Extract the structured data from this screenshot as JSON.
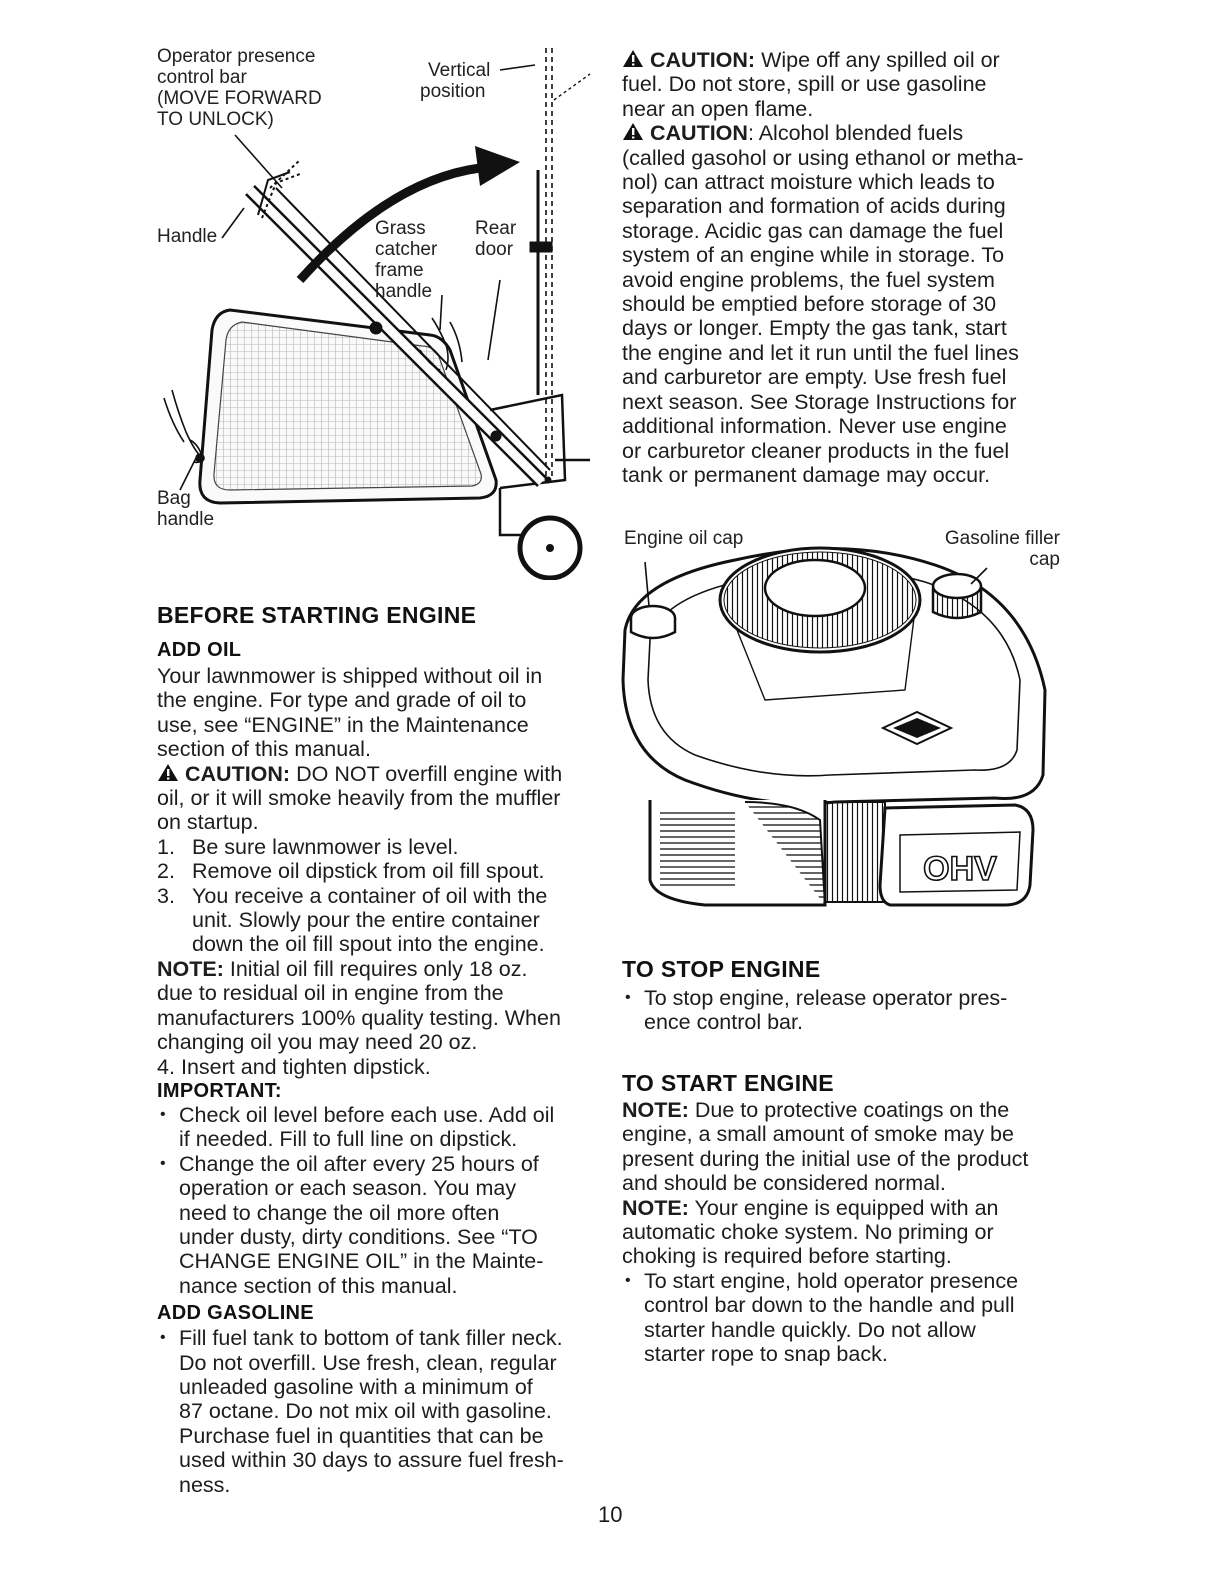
{
  "mower_figure": {
    "opc_label": [
      "Operator presence",
      "control bar",
      "(MOVE FORWARD",
      "TO UNLOCK)"
    ],
    "vertical_label": [
      "Vertical",
      "position"
    ],
    "handle_label": "Handle",
    "grass_label": [
      "Grass",
      "catcher",
      "frame",
      "handle"
    ],
    "rear_label": [
      "Rear",
      "door"
    ],
    "bag_label": [
      "Bag",
      "handle"
    ]
  },
  "before_start": {
    "title": "BEFORE STARTING ENGINE",
    "add_oil_title": "ADD OIL",
    "intro": [
      "Your lawnmower is shipped without oil in",
      "the engine. For type and grade of oil to",
      "use, see “ENGINE” in the Maintenance",
      "section of this manual."
    ],
    "caution_label": "CAUTION:",
    "caution_text": [
      "DO NOT overfill engine with",
      "oil, or it will smoke heavily from the muffler",
      "on startup."
    ],
    "steps": [
      {
        "num": "1.",
        "lines": [
          "Be sure lawnmower is level."
        ]
      },
      {
        "num": "2.",
        "lines": [
          "Remove oil dipstick from oil fill spout."
        ]
      },
      {
        "num": "3.",
        "lines": [
          "You receive a container of oil with the",
          "unit.  Slowly pour the entire container",
          "down the oil fill spout into the engine."
        ]
      }
    ],
    "note_label": "NOTE:",
    "note_text": [
      "Initial oil fill requires only 18 oz.",
      "due to residual oil in engine from the",
      "manufacturers 100% quality testing. When",
      "changing oil you may need 20 oz."
    ],
    "step4": {
      "num": "4.",
      "text": "Insert and tighten dipstick."
    },
    "important_label": "IMPORTANT:",
    "important_bullets": [
      [
        "Check oil level before each use.  Add oil",
        "if needed.  Fill to full line on dipstick."
      ],
      [
        "Change the oil after every 25 hours of",
        "operation or each season.  You may",
        "need to change the oil more often",
        "under dusty, dirty conditions.  See “TO",
        "CHANGE ENGINE OIL” in the Mainte-",
        "nance section of this manual."
      ]
    ],
    "add_gas_title": "ADD GASOLINE",
    "gas_bullet": [
      "Fill fuel tank to bottom of tank filler neck.",
      "Do not overfill.  Use fresh, clean, regular",
      "unleaded gasoline with a minimum of",
      "87 octane.  Do not mix oil with gasoline.",
      "Purchase fuel in quantities that can be",
      "used within 30 days to assure fuel fresh-",
      "ness."
    ]
  },
  "right_cautions": {
    "caution1_label": "CAUTION:",
    "caution1_text": [
      "Wipe off any spilled oil or",
      "fuel.  Do not store, spill or use gasoline",
      "near an open flame."
    ],
    "caution2_label": "CAUTION",
    "caution2_text": [
      ": Alcohol blended fuels",
      "(called gasohol or using ethanol or metha-",
      "nol) can attract moisture which leads to",
      "separation and formation of acids during",
      "storage.  Acidic gas can damage the fuel",
      "system of an engine while in storage.  To",
      "avoid engine problems, the fuel system",
      "should be emptied before storage of 30",
      "days or longer.  Empty the gas tank, start",
      "the engine and let it run until the fuel lines",
      "and carburetor are empty.  Use fresh fuel",
      "next season.  See Storage Instructions for",
      "additional information.  Never use engine",
      "or carburetor cleaner products in the fuel",
      "tank or permanent damage may occur."
    ]
  },
  "engine_figure": {
    "oil_cap_label": "Engine oil cap",
    "gas_cap_label": [
      "Gasoline filler",
      "cap"
    ],
    "ohv_text": "OHV"
  },
  "stop_engine": {
    "title": "TO STOP ENGINE",
    "bullet": [
      "To stop engine, release operator pres-",
      "ence control bar."
    ]
  },
  "start_engine": {
    "title": "TO START ENGINE",
    "note1_label": "NOTE:",
    "note1_text": [
      "Due to protective coatings on the",
      "engine, a small amount of smoke may be",
      "present during the initial use of the product",
      "and should be considered normal."
    ],
    "note2_label": "NOTE:",
    "note2_text": [
      "Your engine is equipped with an",
      "automatic choke system.  No priming or",
      "choking is required before starting."
    ],
    "bullet": [
      "To start engine, hold operator presence",
      "control bar down to the handle and pull",
      "starter handle quickly.  Do not allow",
      "starter rope to snap back."
    ]
  },
  "page_number": "10"
}
